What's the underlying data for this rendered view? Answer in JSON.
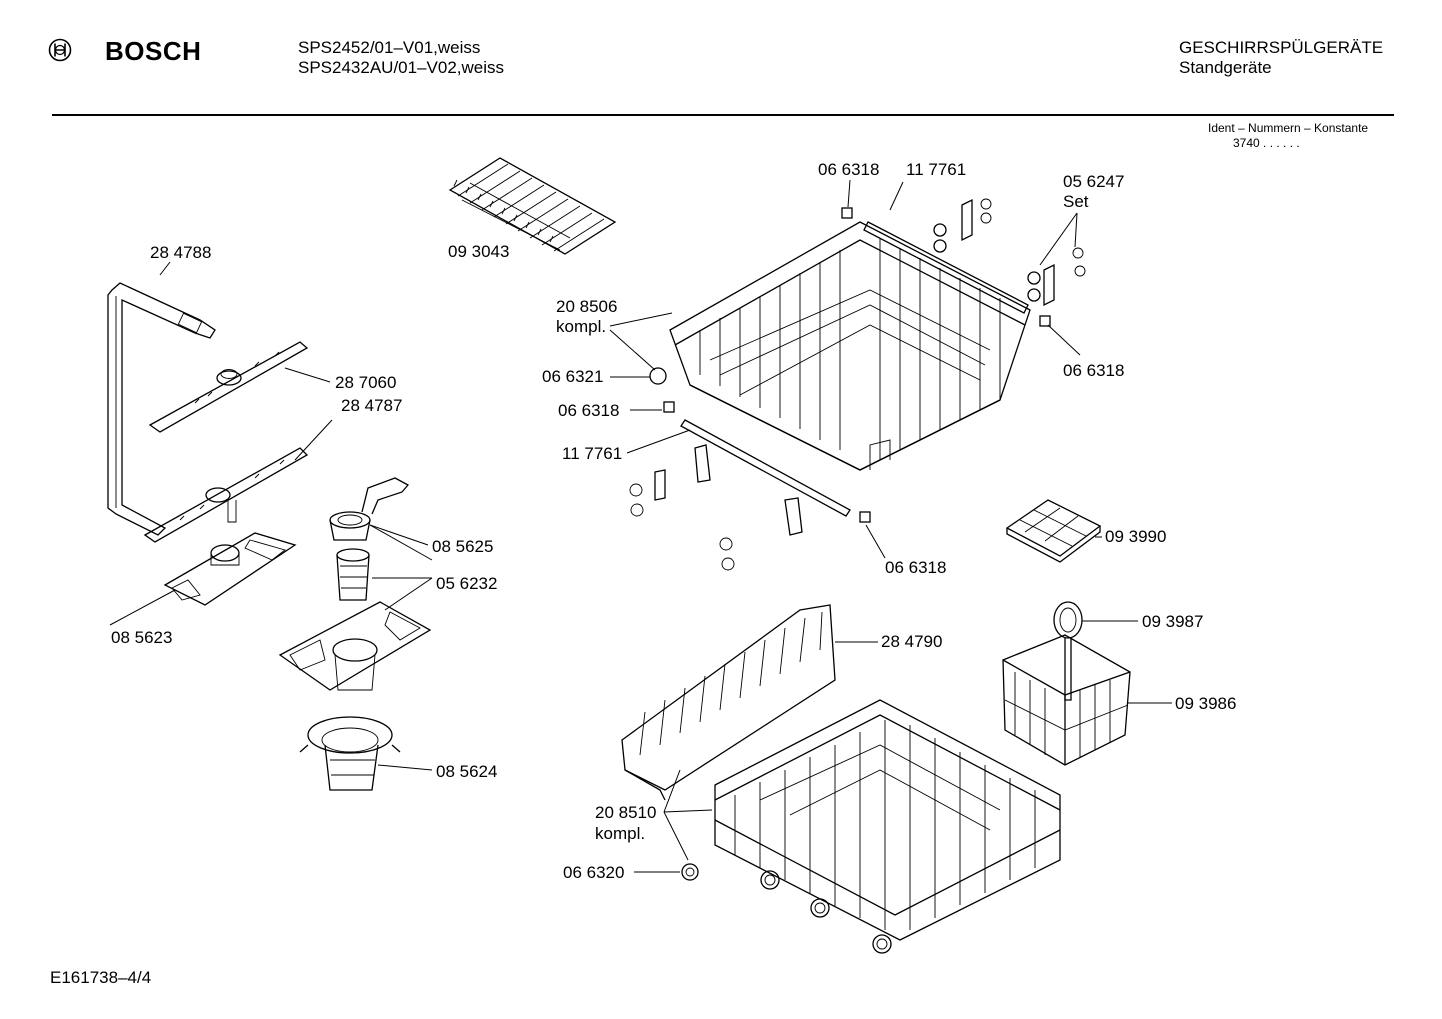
{
  "header": {
    "brand": "BOSCH",
    "models": [
      "SPS2452/01–V01,weiss",
      "SPS2432AU/01–V02,weiss"
    ],
    "category": "GESCHIRRSPÜLGERÄTE",
    "subcategory": "Standgeräte",
    "ident_label": "Ident – Nummern – Konstante",
    "ident_code": "3740 . .   . . . ."
  },
  "parts": [
    {
      "id": "p01",
      "text": "28 4788"
    },
    {
      "id": "p02",
      "text": "09 3043"
    },
    {
      "id": "p03",
      "text": "06 6318"
    },
    {
      "id": "p04",
      "text": "11 7761"
    },
    {
      "id": "p05",
      "text": "05 6247"
    },
    {
      "id": "p06",
      "text": "Set"
    },
    {
      "id": "p07",
      "text": "20 8506"
    },
    {
      "id": "p08",
      "text": "kompl."
    },
    {
      "id": "p09",
      "text": "06 6321"
    },
    {
      "id": "p10",
      "text": "06 6318"
    },
    {
      "id": "p11",
      "text": "11 7761"
    },
    {
      "id": "p12",
      "text": "06 6318"
    },
    {
      "id": "p13",
      "text": "28 7060"
    },
    {
      "id": "p14",
      "text": "28 4787"
    },
    {
      "id": "p15",
      "text": "08 5625"
    },
    {
      "id": "p16",
      "text": "05 6232"
    },
    {
      "id": "p17",
      "text": "08 5623"
    },
    {
      "id": "p18",
      "text": "08 5624"
    },
    {
      "id": "p19",
      "text": "06 6318"
    },
    {
      "id": "p20",
      "text": "09 3990"
    },
    {
      "id": "p21",
      "text": "09 3987"
    },
    {
      "id": "p22",
      "text": "28 4790"
    },
    {
      "id": "p23",
      "text": "09 3986"
    },
    {
      "id": "p24",
      "text": "20 8510"
    },
    {
      "id": "p25",
      "text": "kompl."
    },
    {
      "id": "p26",
      "text": "06 6320"
    }
  ],
  "footer": {
    "doc_id": "E161738–4/4"
  }
}
